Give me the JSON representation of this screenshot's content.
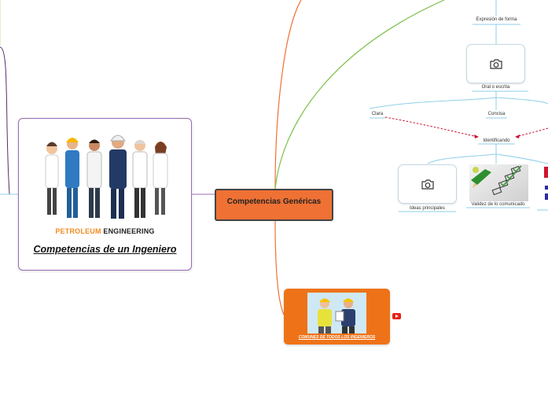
{
  "root": {
    "title": "Competencias de un Ingeniero",
    "brand_part1": "PETROLEUM",
    "brand_part2": "ENGINEERING"
  },
  "competencias": {
    "label": "Competencias Genéricas"
  },
  "comunes": {
    "label": "COMUNES DE TODOS LOS INGENIEROS"
  },
  "nodes": {
    "expresion": "Expresión de forma",
    "oral": "Oral o escrita",
    "clara": "Clara",
    "concisa": "Concisa",
    "identificando": "Identificando",
    "ideas": "Ideas principales",
    "validez": "Validez de lo comunicado"
  },
  "colors": {
    "root_border": "#9b6bb3",
    "competencias_fill": "#ef7134",
    "comunes_fill": "#ee7318",
    "branch_green": "#7cc04b",
    "branch_orange": "#ef7134",
    "branch_blue": "#8ecfe8",
    "dashed_red": "#c8102e",
    "brand_orange": "#f08c1e",
    "brand_dark": "#222222"
  },
  "icons": [
    "camera-icon",
    "camera-icon",
    "youtube-icon",
    "checklist-image",
    "engineers-image",
    "workers-image"
  ]
}
